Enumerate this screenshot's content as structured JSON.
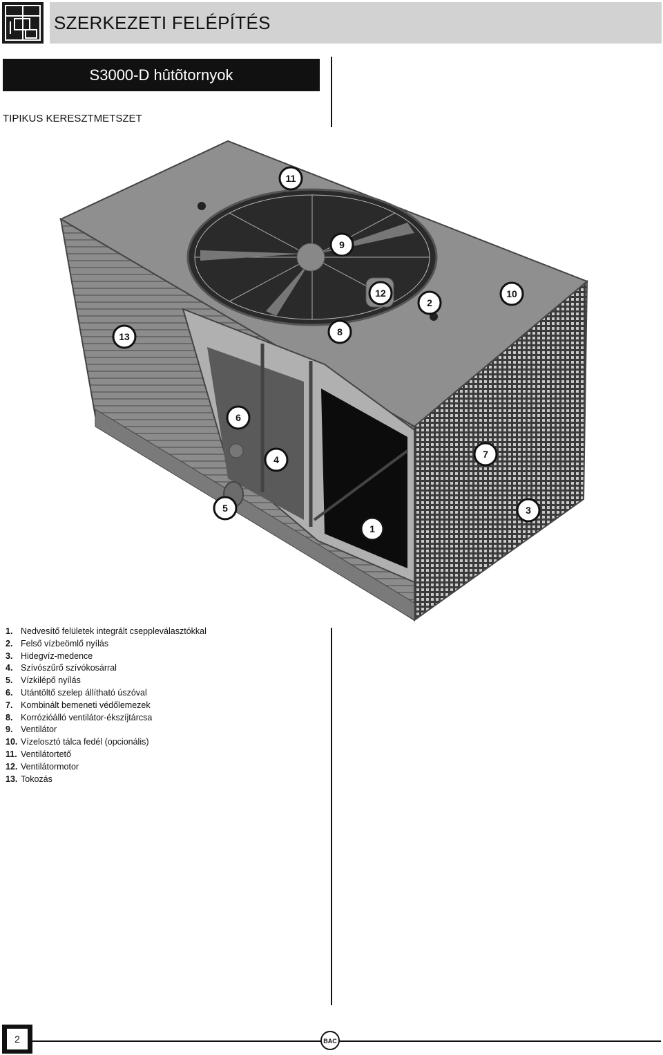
{
  "header": {
    "title": "SZERKEZETI FELÉPÍTÉS"
  },
  "product": {
    "title": "S3000-D hûtõtornyok"
  },
  "section": {
    "label": "TIPIKUS KERESZTMETSZET"
  },
  "figure": {
    "callouts": [
      "1",
      "2",
      "3",
      "4",
      "5",
      "6",
      "7",
      "8",
      "9",
      "10",
      "11",
      "12",
      "13"
    ]
  },
  "legend": [
    {
      "num": "1.",
      "text": "Nedvesítő felületek integrált cseppleválasztókkal"
    },
    {
      "num": "2.",
      "text": "Felső vízbeömlő nyílás"
    },
    {
      "num": "3.",
      "text": "Hidegvíz-medence"
    },
    {
      "num": "4.",
      "text": "Szívószűrő szívókosárral"
    },
    {
      "num": "5.",
      "text": "Vízkilépő nyílás"
    },
    {
      "num": "6.",
      "text": "Utántöltő szelep állítható úszóval"
    },
    {
      "num": "7.",
      "text": "Kombinált bemeneti védőlemezek"
    },
    {
      "num": "8.",
      "text": "Korrózióálló ventilátor-ékszíjtárcsa"
    },
    {
      "num": "9.",
      "text": "Ventilátor"
    },
    {
      "num": "10.",
      "text": "Vízelosztó tálca fedél (opcionális)"
    },
    {
      "num": "11.",
      "text": "Ventilátortető"
    },
    {
      "num": "12.",
      "text": "Ventilátormotor"
    },
    {
      "num": "13.",
      "text": "Tokozás"
    }
  ],
  "footer": {
    "page_number": "2",
    "logo_text": "BAC"
  }
}
